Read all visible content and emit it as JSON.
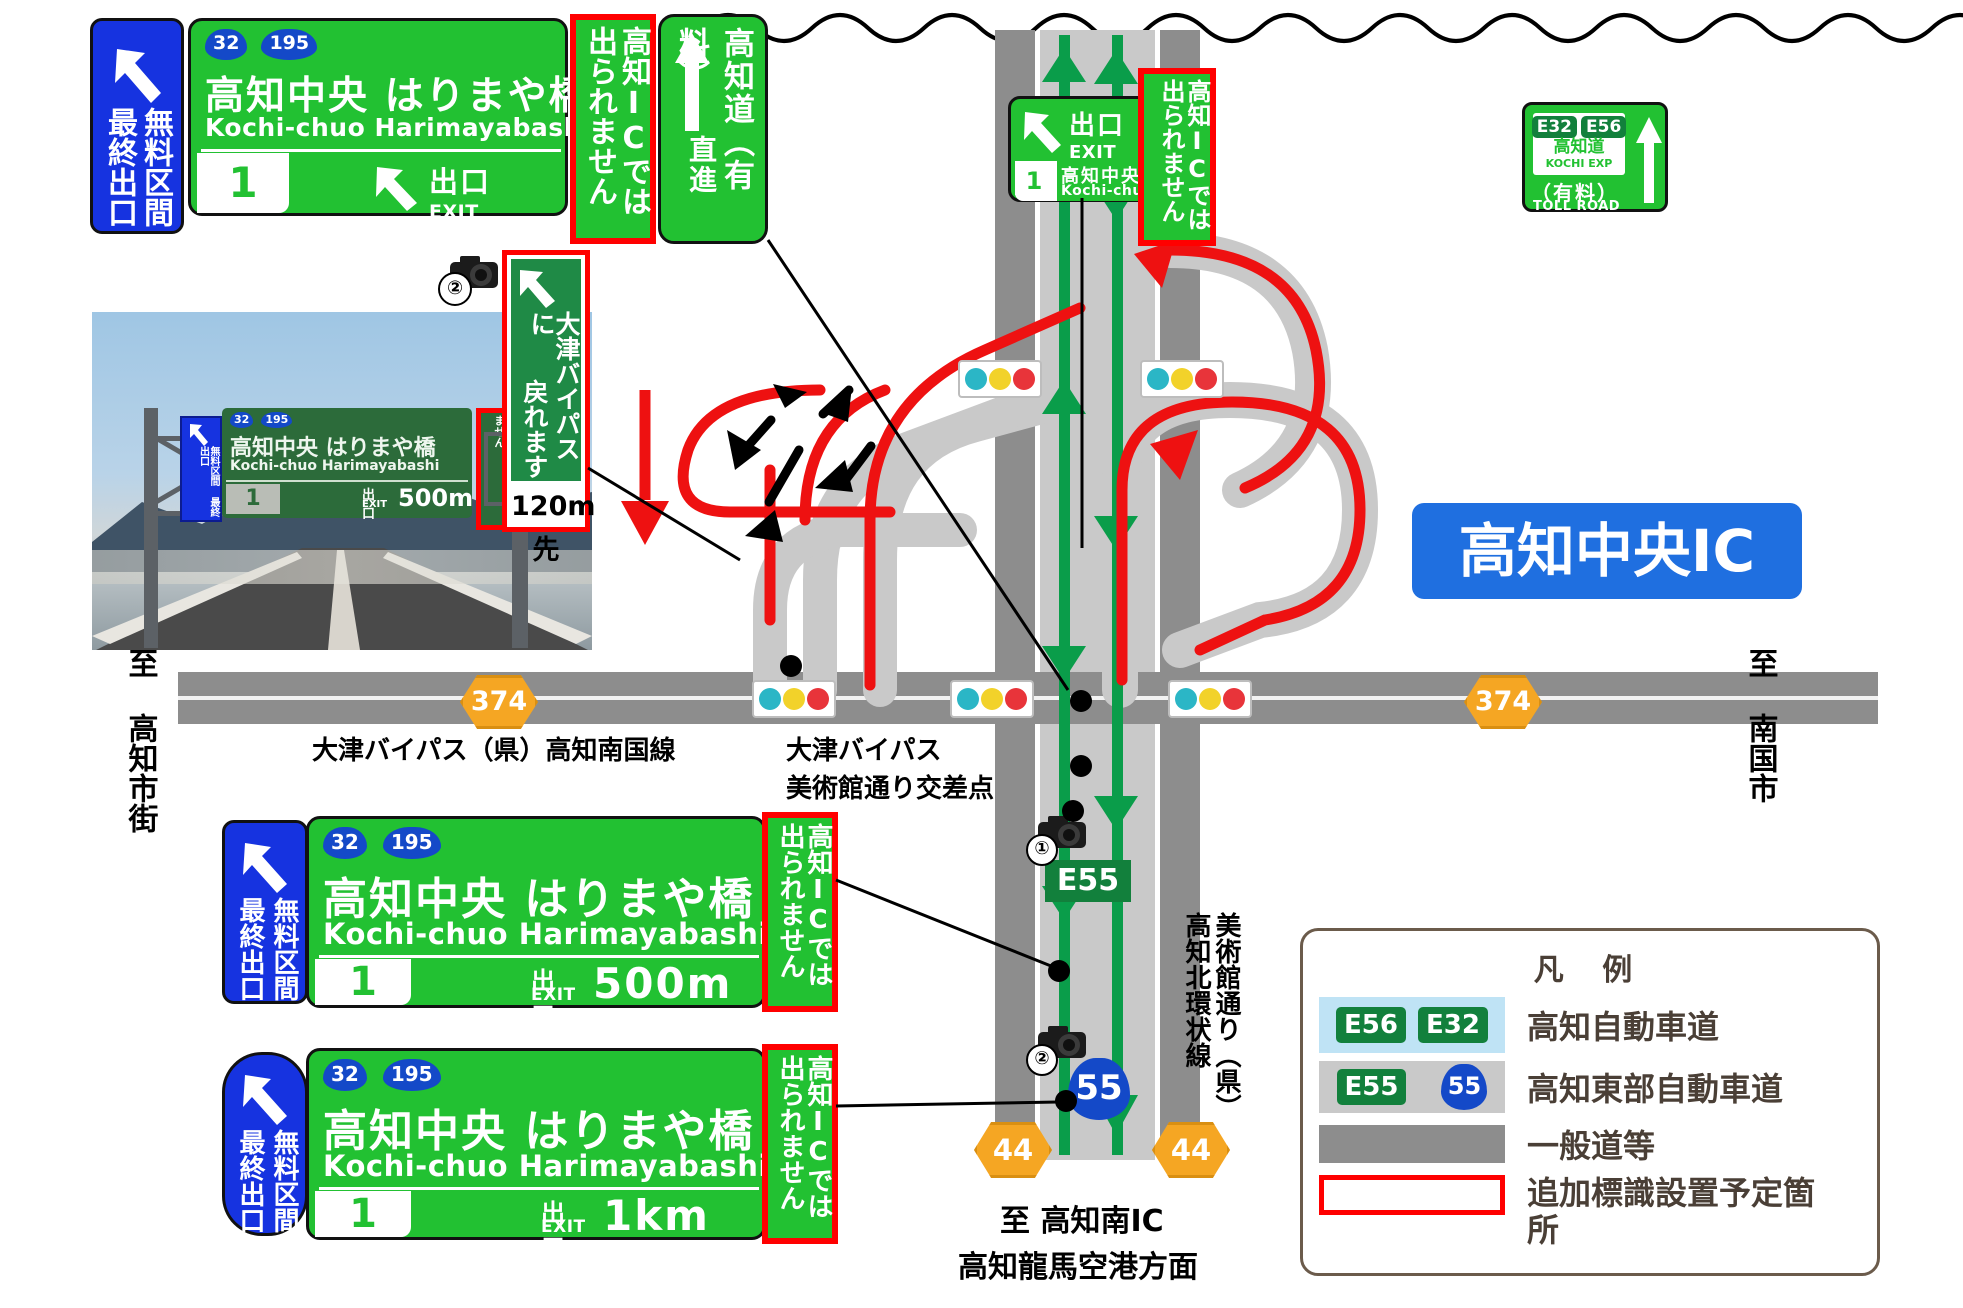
{
  "title_badge": "高知中央IC",
  "signs": {
    "top_main": {
      "shields": [
        "32",
        "195"
      ],
      "dest_jp": "高知中央  はりまや橋",
      "dest_rom": "Kochi-chuo Harimayabashi",
      "exit_num": "1",
      "exit_jp": "出口",
      "exit_rom": "EXIT",
      "distance": ""
    },
    "mid_main": {
      "shields": [
        "32",
        "195"
      ],
      "dest_jp": "高知中央  はりまや橋",
      "dest_rom": "Kochi-chuo Harimayabashi",
      "exit_num": "1",
      "exit_jp": "出口",
      "exit_rom": "EXIT",
      "distance": "500m"
    },
    "bot_main": {
      "shields": [
        "32",
        "195"
      ],
      "dest_jp": "高知中央  はりまや橋",
      "dest_rom": "Kochi-chuo Harimayabashi",
      "exit_num": "1",
      "exit_jp": "出口",
      "exit_rom": "EXIT",
      "distance": "1km"
    },
    "blue_plate": {
      "line1": "無料区間",
      "line2": "最終出口"
    },
    "warning": {
      "line1": "高知ICでは",
      "line2": "出られません"
    },
    "straight": {
      "line1": "高知道（有料）",
      "line2": "直進"
    },
    "exit_small": {
      "exit_jp": "出口",
      "exit_rom": "EXIT",
      "num": "1",
      "dest_jp": "高知中央",
      "dest_rom": "Kochi-chuo"
    },
    "toll_sign": {
      "e1": "E32",
      "e2": "E56",
      "name_jp": "高知道",
      "name_rom": "KOCHI EXP",
      "toll_jp": "（有料）",
      "toll_rom": "TOLL ROAD"
    },
    "bypass_return": {
      "text": "大津バイパスに戻れます",
      "line_a": "大津バイパスに",
      "line_b": "戻れます",
      "distance": "120m先"
    }
  },
  "photo": {
    "caption_shields": [
      "32",
      "195"
    ],
    "dest_jp": "高知中央 はりまや橋",
    "dest_rom": "Kochi-chuo Harimayabashi",
    "exit_num": "1",
    "exit_jp": "出口",
    "exit_rom": "EXIT",
    "distance": "500m",
    "blue_plate": "無料区間 最終出口",
    "warning": "高知ICでは出られません",
    "camera_marker": "②"
  },
  "map_labels": {
    "left_to": "至  高知市街",
    "right_to": "至  南国市",
    "bottom_to_line1": "至  高知南IC",
    "bottom_to_line2": "高知龍馬空港方面",
    "bypass_road": "大津バイパス（県）高知南国線",
    "intersection_line1": "大津バイパス",
    "intersection_line2": "美術館通り交差点",
    "museum_street_line1": "美術館通り（県）",
    "museum_street_line2": "高知北環状線",
    "route_374": "374",
    "route_44": "44",
    "route_55": "55",
    "e55_chip": "E55",
    "camera_1": "①",
    "camera_2": "②"
  },
  "legend": {
    "title": "凡   例",
    "rows": [
      {
        "chips": [
          "E56",
          "E32"
        ],
        "chip_bg": "#bfe3f5",
        "label": "高知自動車道"
      },
      {
        "chips": [
          "E55",
          "55"
        ],
        "chip_bg": "#c9c9c9",
        "label": "高知東部自動車道"
      },
      {
        "chips": [],
        "chip_bg": "#8d8d8d",
        "label": "一般道等"
      },
      {
        "chips": [],
        "chip_bg": "#ffffff",
        "label": "追加標識設置予定箇所"
      }
    ]
  },
  "colors": {
    "sign_green": "#22c132",
    "sign_blue": "#1633e0",
    "warn_red": "#ff0000",
    "road_gray": "#8d8d8d",
    "expwy_green": "#0a9d4a",
    "route_orange": "#f5a623",
    "legend_brown": "#4a3f36",
    "ic_blue": "#1f6fe0"
  }
}
